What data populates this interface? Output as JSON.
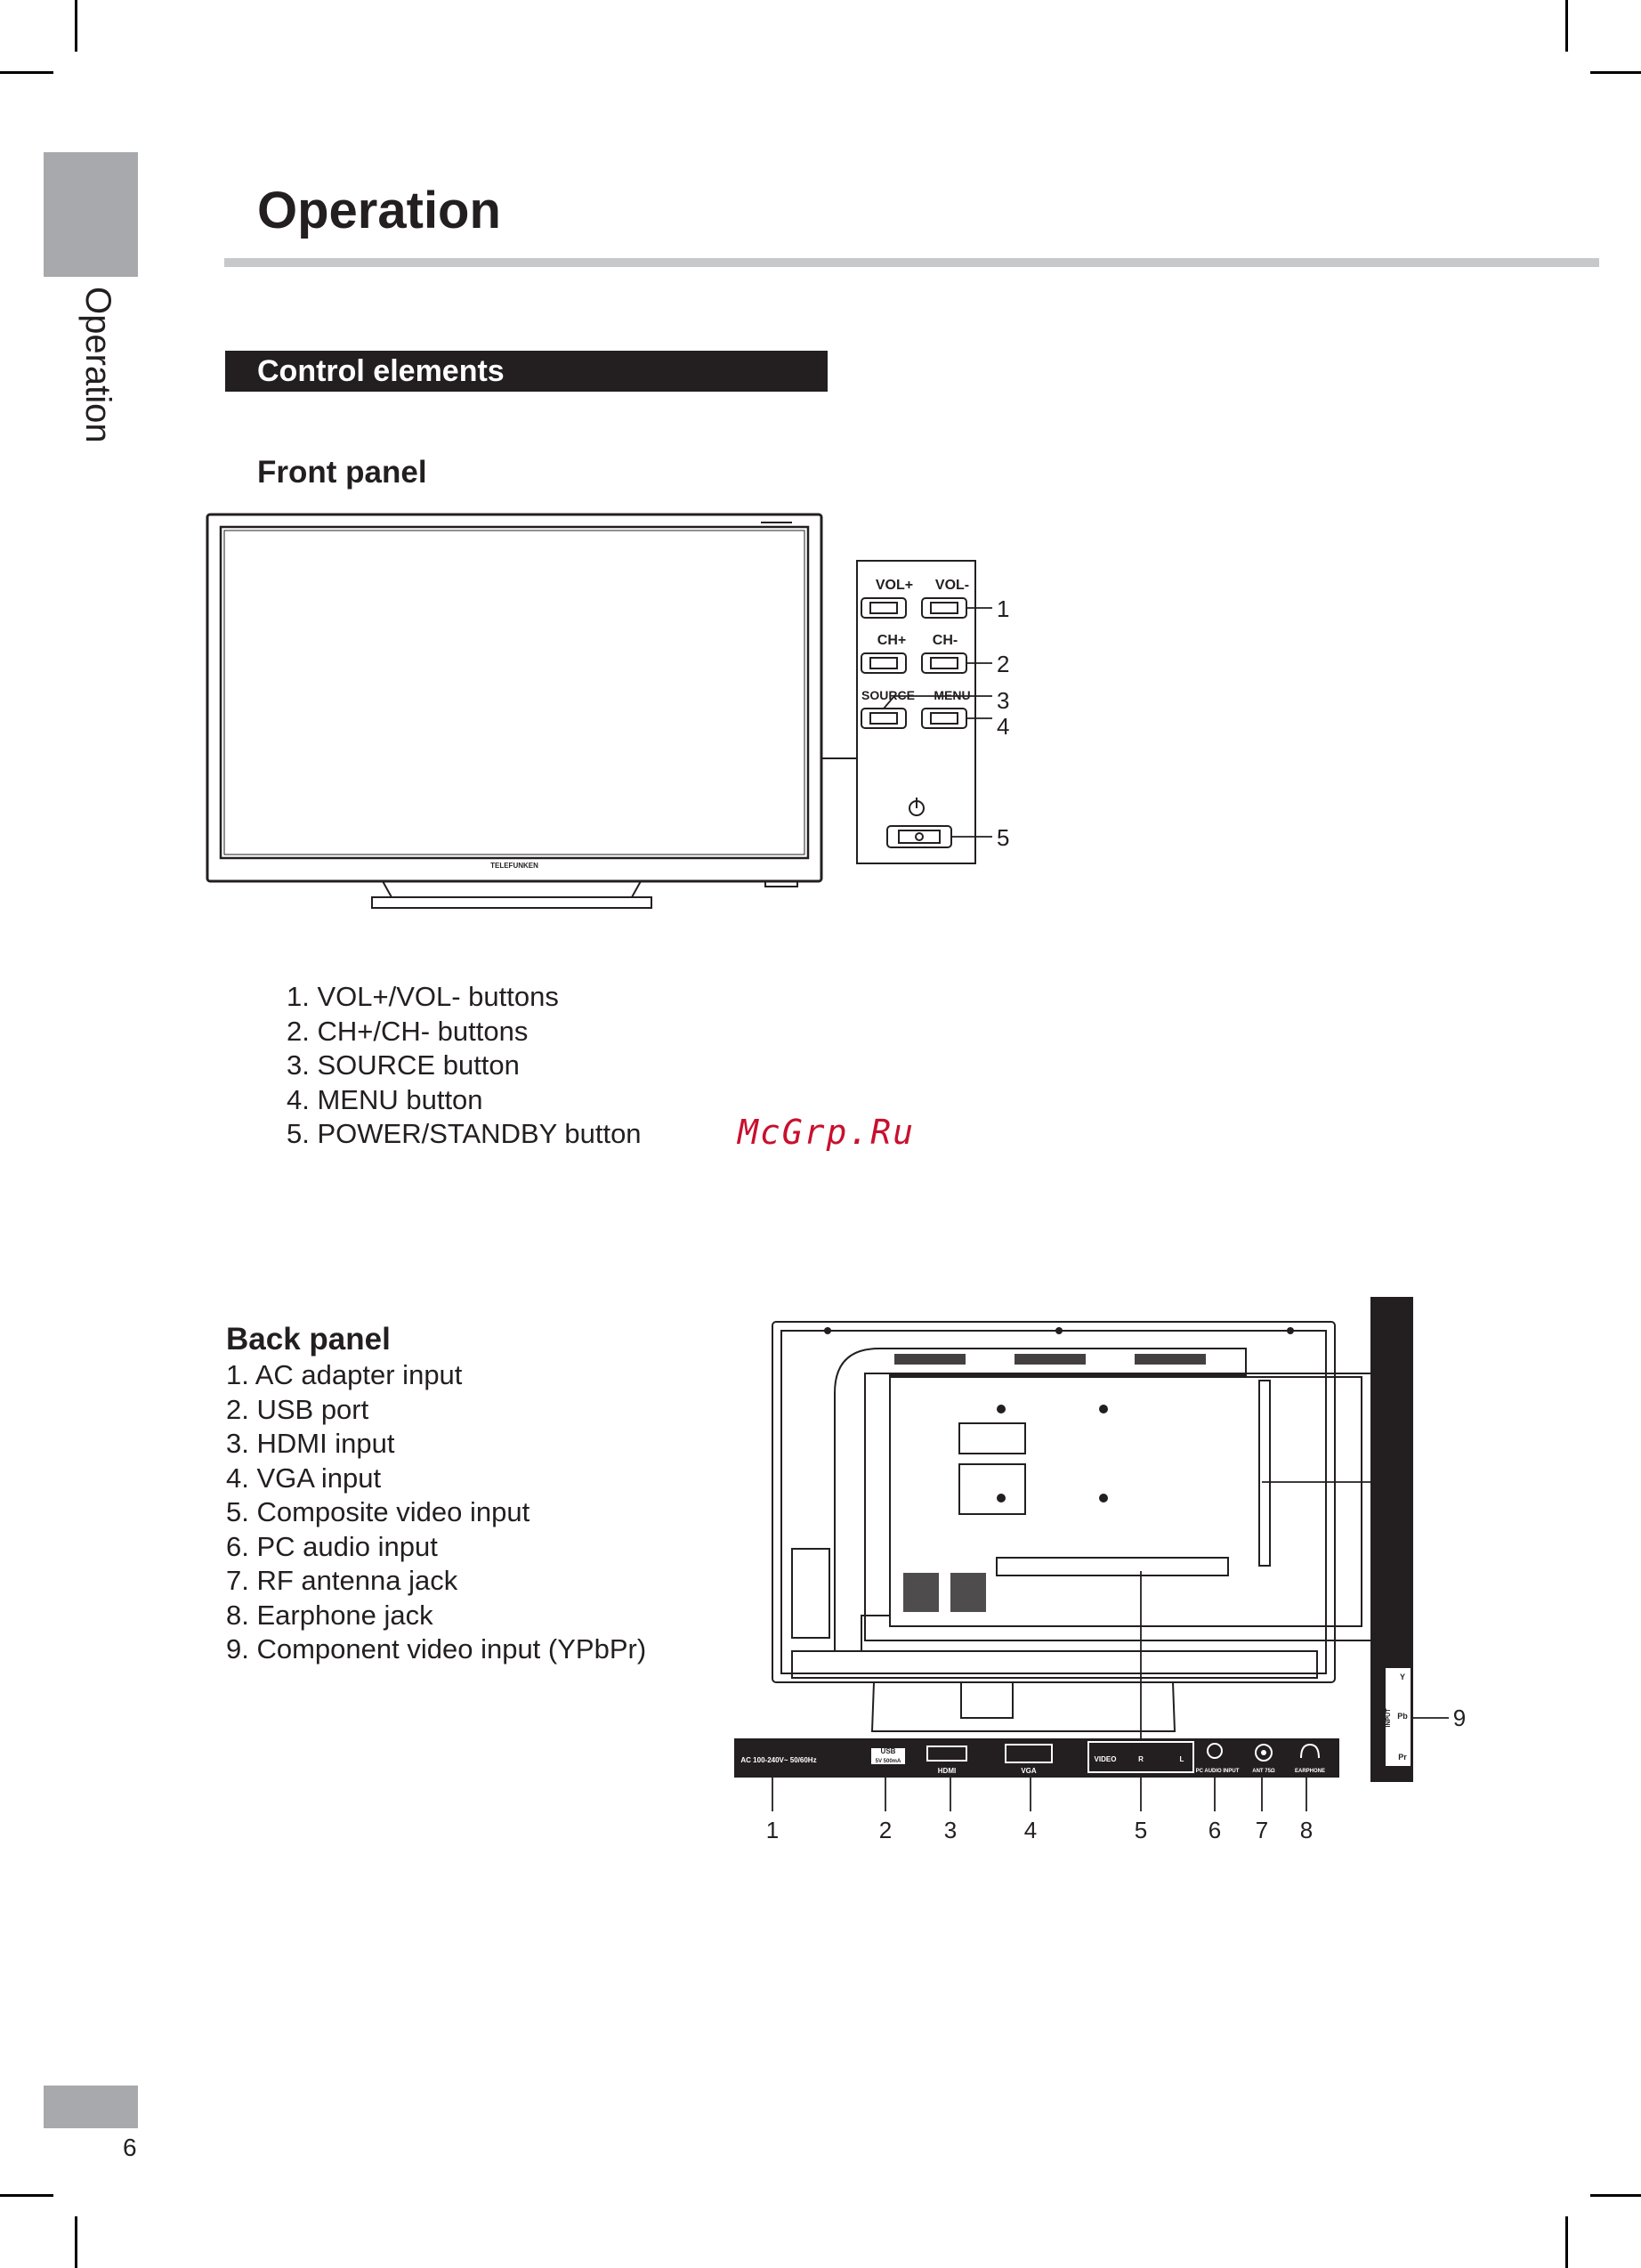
{
  "side_tab": {
    "label": "Operation"
  },
  "page": {
    "title": "Operation",
    "section": "Control elements",
    "number": "6"
  },
  "front_panel": {
    "heading": "Front panel",
    "diagram": {
      "brand": "TELEFUNKEN",
      "button_labels": [
        "VOL+",
        "VOL-",
        "CH+",
        "CH-",
        "SOURCE",
        "MENU"
      ],
      "callouts": [
        "1",
        "2",
        "3",
        "4",
        "5"
      ]
    },
    "items": [
      "1. VOL+/VOL- buttons",
      "2. CH+/CH- buttons",
      "3. SOURCE button",
      "4. MENU button",
      "5. POWER/STANDBY button"
    ]
  },
  "watermark": "McGrp.Ru",
  "back_panel": {
    "heading": "Back panel",
    "items": [
      "1. AC adapter input",
      "2. USB port",
      "3. HDMI input",
      "4. VGA input",
      "5. Composite video input",
      "6. PC audio input",
      "7. RF antenna jack",
      "8. Earphone jack",
      "9. Component video input (YPbPr)"
    ],
    "diagram": {
      "ac_label": "AC 100-240V~ 50/60Hz",
      "usb_label": "USB",
      "usb_sub": "5V 500mA",
      "hdmi_label": "HDMI",
      "vga_label": "VGA",
      "input_label": "INPUT",
      "video_label": "VIDEO",
      "r_label": "R",
      "l_label": "L",
      "pc_audio_label": "PC AUDIO INPUT",
      "ant_label": "ANT 75Ω",
      "earphone_label": "EARPHONE",
      "side_input_label": "INPUT",
      "side_ports": [
        "Y",
        "Pb",
        "Pr"
      ],
      "callouts": [
        "1",
        "2",
        "3",
        "4",
        "5",
        "6",
        "7",
        "8",
        "9"
      ]
    }
  }
}
